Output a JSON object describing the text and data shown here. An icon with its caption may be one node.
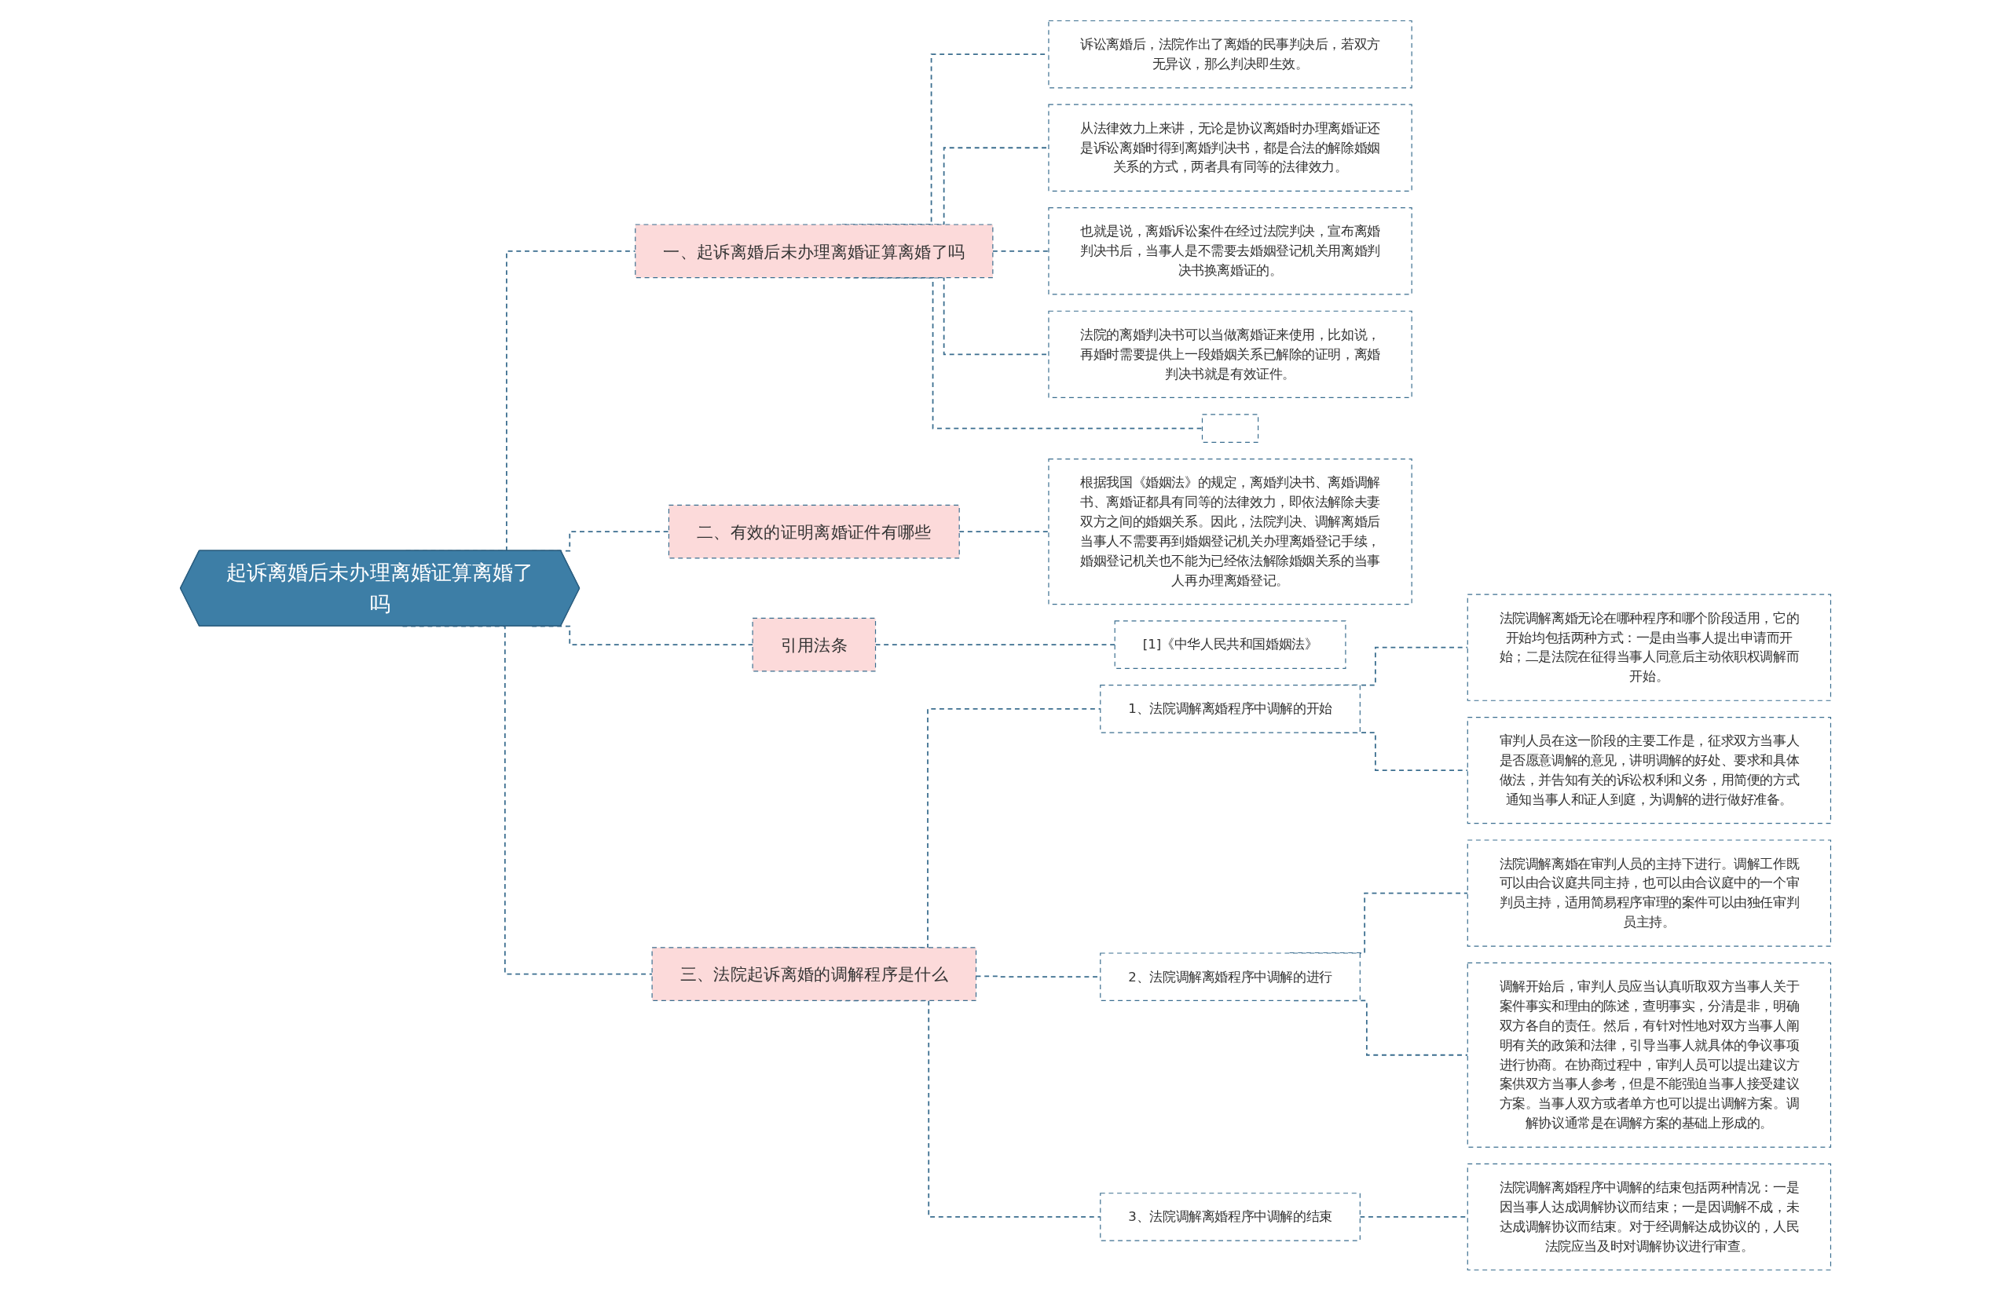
{
  "diagram": {
    "nodes": [
      {
        "text": [
          "起诉离婚后未办理离婚证算离婚了吗"
        ]
      },
      {
        "text": [
          "一、起诉离婚后未办理离婚证算离婚了吗"
        ]
      },
      {
        "text": [
          "诉讼离婚后，法院作出了离婚的民事判决后，若双方无异议，那么判决即生效。"
        ]
      },
      {
        "text": [
          "从法律效力上来讲，无论是协议离婚时办理离婚证还是诉讼离婚时得到离婚判决书，都是合法的解除婚姻关系的方式，两者具有同等的法律效力。"
        ]
      },
      {
        "text": [
          "也就是说，离婚诉讼案件在经过法院判决，宣布离婚判决书后，当事人是不需要去婚姻登记机关用离婚判决书换离婚证的。"
        ]
      },
      {
        "text": [
          "法院的离婚判决书可以当做离婚证来使用，比如说，再婚时需要提供上一段婚姻关系已解除的证明，离婚判决书就是有效证件。"
        ]
      },
      {
        "text": [],
        "shape": "box"
      },
      {
        "text": [
          "二、有效的证明离婚证件有哪些"
        ]
      },
      {
        "text": [
          "根据我国《婚姻法》的规定，离婚判决书、离婚调解书、离婚证都具有同等的法律效力，即依法解除夫妻双方之间的婚姻关系。因此，法院判决、调解离婚后当事人不需要再到婚姻登记机关办理离婚登记手续，婚姻登记机关也不能为已经依法解除婚姻关系的当事人再办理离婚登记。"
        ]
      },
      {
        "text": [
          "引用法条"
        ]
      },
      {
        "text": [
          "[1]《中华人民共和国婚姻法》"
        ]
      },
      {
        "text": [
          "三、法院起诉离婚的调解程序是什么"
        ]
      },
      {
        "text": [
          "1、法院调解离婚程序中调解的开始"
        ]
      },
      {
        "text": [
          "法院调解离婚无论在哪种程序和哪个阶段适用，它的开始均包括两种方式：一是由当事人提出申请而开始；二是法院在征得当事人同意后主动依职权调解而开始。"
        ]
      },
      {
        "text": [
          "审判人员在这一阶段的主要工作是，征求双方当事人是否愿意调解的意见，讲明调解的好处、要求和具体做法，并告知有关的诉讼权利和义务，用简便的方式通知当事人和证人到庭，为调解的进行做好准备。"
        ]
      },
      {
        "text": [
          "2、法院调解离婚程序中调解的进行"
        ]
      },
      {
        "text": [
          "法院调解离婚在审判人员的主持下进行。调解工作既可以由合议庭共同主持，也可以由合议庭中的一个审判员主持，适用简易程序审理的案件可以由独任审判员主持。"
        ]
      },
      {
        "text": [
          "调解开始后，审判人员应当认真听取双方当事人关于案件事实和理由的陈述，查明事实，分清是非，明确双方各自的责任。然后，有针对性地对双方当事人阐明有关的政策和法律，引导当事人就具体的争议事项进行协商。在协商过程中，审判人员可以提出建议方案供双方当事人参考，但是不能强迫当事人接受建议方案。当事人双方或者单方也可以提出调解方案。调解协议通常是在调解方案的基础上形成的。"
        ]
      },
      {
        "text": [
          "3、法院调解离婚程序中调解的结束"
        ]
      },
      {
        "text": [
          "法院调解离婚程序中调解的结束包括两种情况：一是因当事人达成调解协议而结束；一是因调解不成，未达成调解协议而结束。对于经调解达成协议的，人民法院应当及时对调解协议进行审查。"
        ]
      }
    ],
    "edges": [
      {
        "from": 0,
        "to": 1,
        "arrow": "none",
        "style": "dashed"
      },
      {
        "from": 1,
        "to": 2,
        "arrow": "none",
        "style": "dashed"
      },
      {
        "from": 1,
        "to": 3,
        "arrow": "none",
        "style": "dashed"
      },
      {
        "from": 1,
        "to": 4,
        "arrow": "none",
        "style": "dashed"
      },
      {
        "from": 1,
        "to": 5,
        "arrow": "none",
        "style": "dashed"
      },
      {
        "from": 1,
        "to": 6,
        "arrow": "none",
        "style": "dashed"
      },
      {
        "from": 0,
        "to": 7,
        "arrow": "none",
        "style": "dashed"
      },
      {
        "from": 7,
        "to": 8,
        "arrow": "none",
        "style": "dashed"
      },
      {
        "from": 0,
        "to": 9,
        "arrow": "none",
        "style": "dashed"
      },
      {
        "from": 9,
        "to": 10,
        "arrow": "none",
        "style": "dashed"
      },
      {
        "from": 0,
        "to": 11,
        "arrow": "none",
        "style": "dashed"
      },
      {
        "from": 11,
        "to": 12,
        "arrow": "none",
        "style": "dashed"
      },
      {
        "from": 12,
        "to": 13,
        "arrow": "none",
        "style": "dashed"
      },
      {
        "from": 12,
        "to": 14,
        "arrow": "none",
        "style": "dashed"
      },
      {
        "from": 11,
        "to": 15,
        "arrow": "none",
        "style": "dashed"
      },
      {
        "from": 15,
        "to": 16,
        "arrow": "none",
        "style": "dashed"
      },
      {
        "from": 15,
        "to": 17,
        "arrow": "none",
        "style": "dashed"
      },
      {
        "from": 11,
        "to": 18,
        "arrow": "none",
        "style": "dashed"
      },
      {
        "from": 18,
        "to": 19,
        "arrow": "none",
        "style": "dashed"
      }
    ]
  }
}
